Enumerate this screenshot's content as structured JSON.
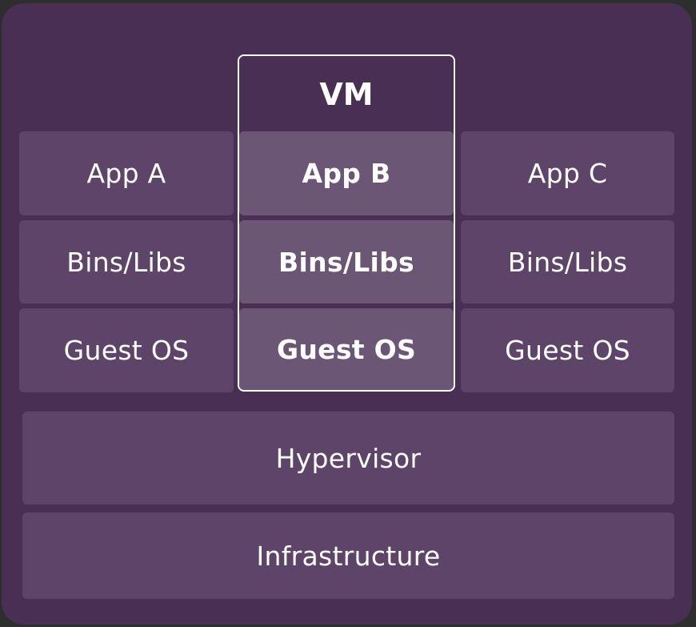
{
  "diagram": {
    "vm_label": "VM",
    "columns": [
      {
        "app": "App A",
        "bins": "Bins/Libs",
        "os": "Guest OS"
      },
      {
        "app": "App B",
        "bins": "Bins/Libs",
        "os": "Guest OS"
      },
      {
        "app": "App C",
        "bins": "Bins/Libs",
        "os": "Guest OS"
      }
    ],
    "hypervisor": "Hypervisor",
    "infrastructure": "Infrastructure"
  },
  "colors": {
    "frame_bg": "#4a2f55",
    "tile_bg": "#5e4468",
    "tile_highlight_bg": "#6b5675",
    "vm_border": "#ffffff",
    "text": "#ffffff"
  }
}
